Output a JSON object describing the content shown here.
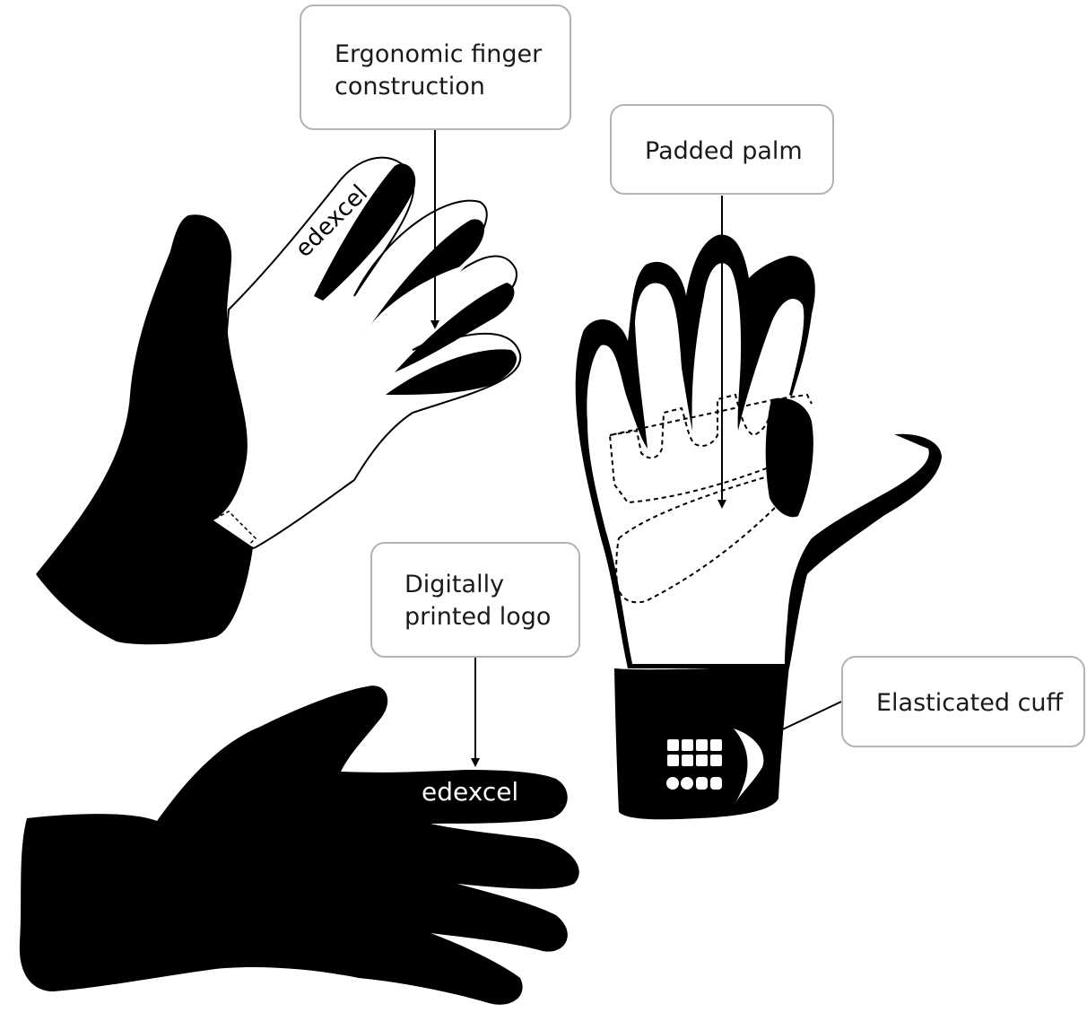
{
  "callouts": {
    "finger": {
      "line1": "Ergonomic finger",
      "line2": "construction"
    },
    "palm": {
      "label": "Padded palm"
    },
    "logo": {
      "line1": "Digitally",
      "line2": "printed logo"
    },
    "cuff": {
      "label": "Elasticated cuff"
    }
  },
  "logo_text": "edexcel",
  "colors": {
    "glove": "#000000",
    "border": "#b3b3b3",
    "background": "#ffffff"
  }
}
